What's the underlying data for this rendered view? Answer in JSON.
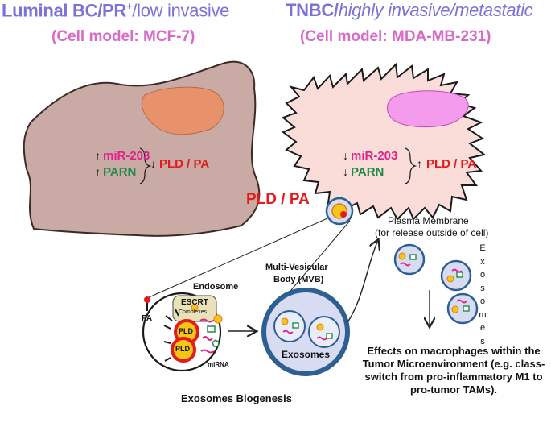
{
  "left_panel": {
    "title_bold": "Luminal BC/PR",
    "title_sup": "+",
    "title_rest": "/low invasive",
    "cell_model": "(Cell model: MCF-7)",
    "up_arrow_1": "↑",
    "mir_label": "miR-203",
    "up_arrow_2": "↑",
    "parn_label": "PARN",
    "down_arrow": "↓",
    "pld_pa": "PLD / PA"
  },
  "right_panel": {
    "title_bold": "TNBC/",
    "title_rest": "highly invasive/metastatic",
    "cell_model": "(Cell model: MDA-MB-231)",
    "down_arrow_1": "↓",
    "mir_label": "miR-203",
    "down_arrow_2": "↓",
    "parn_label": "PARN",
    "up_arrow": "↑",
    "pld_pa": "PLD / PA"
  },
  "vesicle_label": "PLD / PA",
  "endosome": {
    "title": "Endosome",
    "escrt_1": "ESCRT",
    "escrt_2": "Complexes",
    "pa_label": "PA",
    "pld_1": "PLD",
    "pld_2": "PLD",
    "mirna_label": "miRNA"
  },
  "mvb": {
    "title_1": "Multi-Vesicular",
    "title_2": "Body (MVB)",
    "exosomes_label": "Exosomes"
  },
  "biogenesis_label": "Exosomes Biogenesis",
  "plasma_membrane": {
    "line_1": "Plasma Membrane",
    "line_2": "(for release outside of cell)"
  },
  "exosomes_vertical": "E x o s o m e s",
  "effects_text": "Effects on macrophages within the Tumor Microenvironment (e.g. class-switch from pro-inflammatory M1 to pro-tumor TAMs).",
  "colors": {
    "title_purple": "#7b72d8",
    "subtitle_pink": "#d86ac8",
    "mir_magenta": "#e0218a",
    "parn_green": "#1e8a4a",
    "pld_red": "#e21b1b",
    "left_cell": "#c9aaa4",
    "right_cell": "#fadcd9",
    "nucleus_left": "#e8926c",
    "nucleus_right": "#f59bee",
    "mvb_blue": "#2e5f92"
  }
}
